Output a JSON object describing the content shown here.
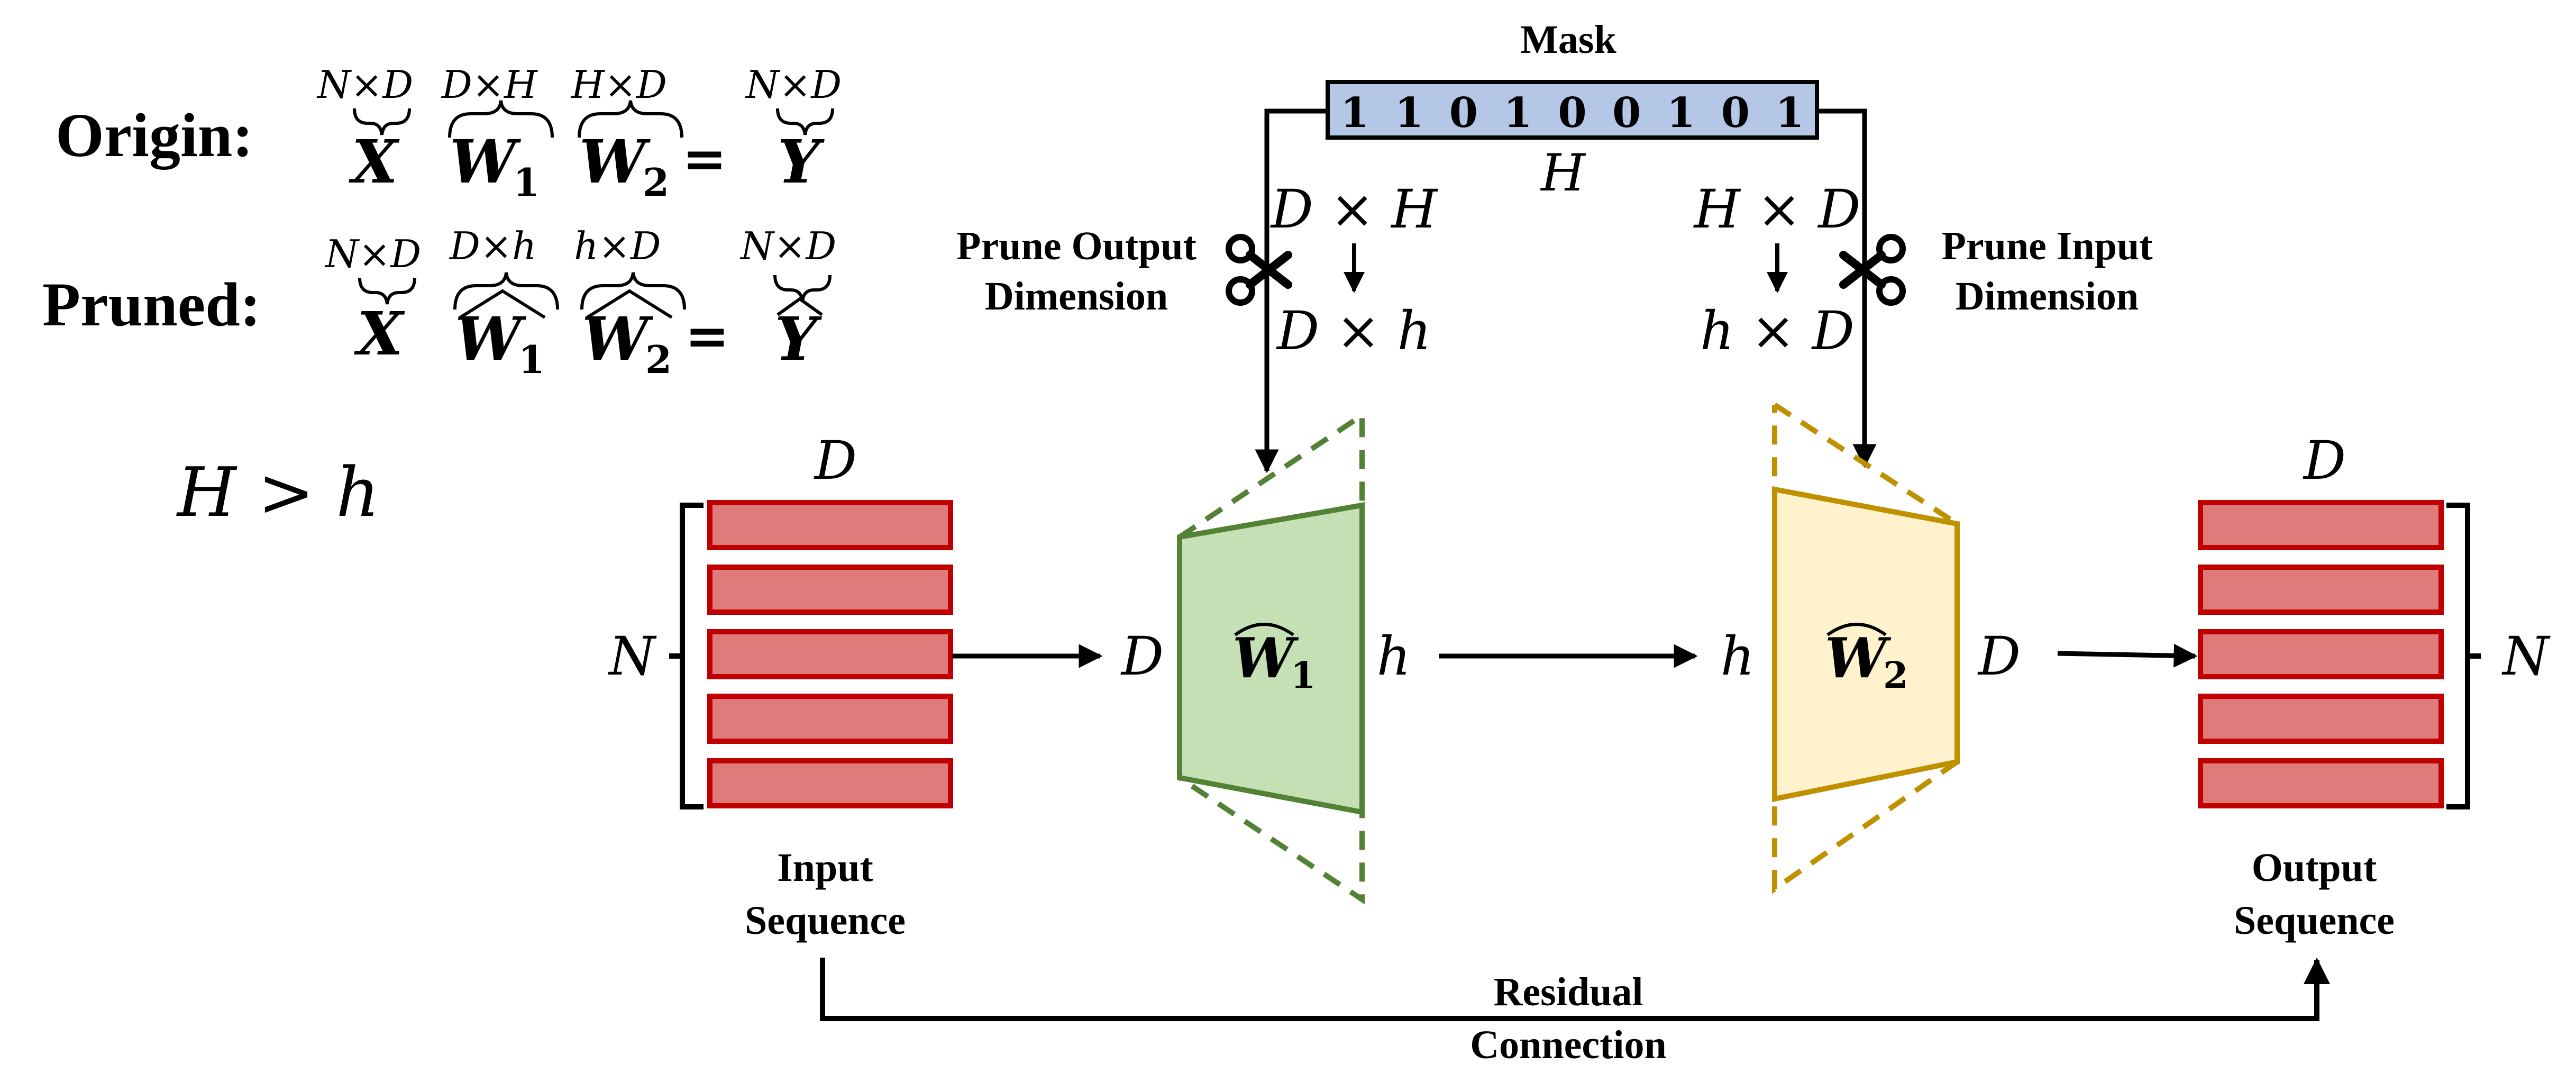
{
  "equations": {
    "origin_label": "Origin:",
    "pruned_label": "Pruned:",
    "origin": {
      "x": {
        "dims": "N×D",
        "sym": "X"
      },
      "w1": {
        "dims": "D×H",
        "sym": "W",
        "sub": "1"
      },
      "w2": {
        "dims": "H×D",
        "sym": "W",
        "sub": "2"
      },
      "eq": "=",
      "y": {
        "dims": "N×D",
        "sym": "Y"
      }
    },
    "pruned": {
      "x": {
        "dims": "N×D",
        "sym": "X"
      },
      "w1": {
        "dims": "D×h",
        "sym": "W",
        "sub": "1"
      },
      "w2": {
        "dims": "h×D",
        "sym": "W",
        "sub": "2"
      },
      "eq": "=",
      "y": {
        "dims": "N×D",
        "sym": "Y"
      }
    },
    "condition": "H > h"
  },
  "mask": {
    "title": "Mask",
    "bits": [
      "1",
      "1",
      "0",
      "1",
      "0",
      "0",
      "1",
      "0",
      "1"
    ],
    "dim": "H"
  },
  "prune_output": {
    "label_line1": "Prune Output",
    "label_line2": "Dimension",
    "from": "D × H",
    "to": "D × h"
  },
  "prune_input": {
    "label_line1": "Prune Input",
    "label_line2": "Dimension",
    "from": "H × D",
    "to": "h × D"
  },
  "input_seq": {
    "dim_top": "D",
    "dim_side": "N",
    "label_line1": "Input",
    "label_line2": "Sequence",
    "rows": 5
  },
  "output_seq": {
    "dim_top": "D",
    "dim_side": "N",
    "label_line1": "Output",
    "label_line2": "Sequence",
    "rows": 5
  },
  "w1": {
    "sym": "W",
    "sub": "1",
    "in_dim": "D",
    "out_dim": "h"
  },
  "w2": {
    "sym": "W",
    "sub": "2",
    "in_dim": "h",
    "out_dim": "D"
  },
  "residual": {
    "line1": "Residual",
    "line2": "Connection"
  },
  "colors": {
    "seq_fill": "#e07b7b",
    "seq_stroke": "#c00000",
    "w1_fill": "#c5e0b4",
    "w1_stroke": "#538135",
    "w2_fill": "#fff2cc",
    "w2_stroke": "#bf9000",
    "mask_fill": "#b4c7e7",
    "mask_stroke": "#000000"
  }
}
